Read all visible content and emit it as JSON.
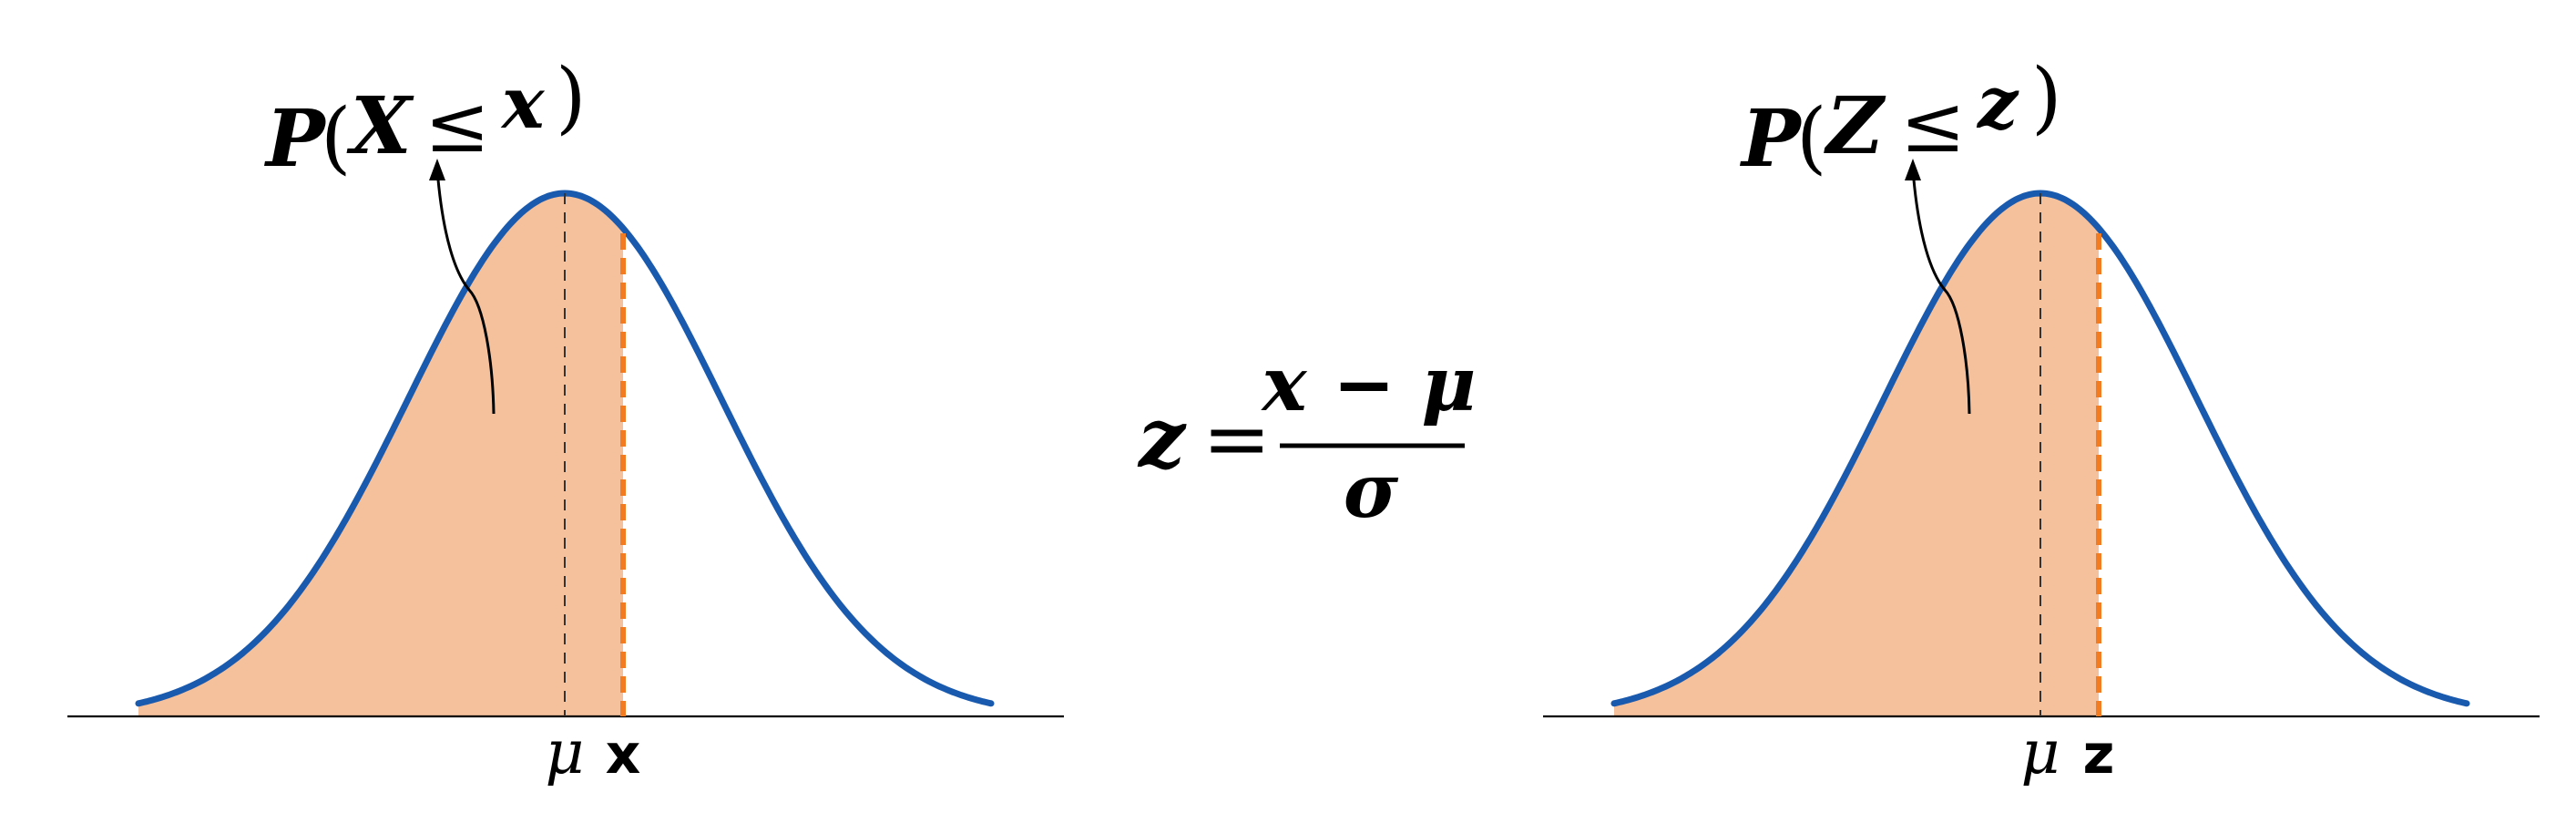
{
  "left_panel": {
    "prob_label": {
      "p": "P",
      "open": "(",
      "var": "X",
      "op": "≤",
      "value": "x",
      "close": ")"
    },
    "mu_label": "μ",
    "cutoff_label": "x"
  },
  "formula": {
    "lhs": "z",
    "equals": "=",
    "numerator": "x − μ",
    "denominator": "σ"
  },
  "right_panel": {
    "prob_label": {
      "p": "P",
      "open": "(",
      "var": "Z",
      "op": "≤",
      "value": "z",
      "close": ")"
    },
    "mu_label": "μ",
    "cutoff_label": "z"
  },
  "colors": {
    "curve": "#1a5aae",
    "shade": "#f5c09c",
    "cutoff": "#f27c22",
    "axis": "#000000"
  }
}
